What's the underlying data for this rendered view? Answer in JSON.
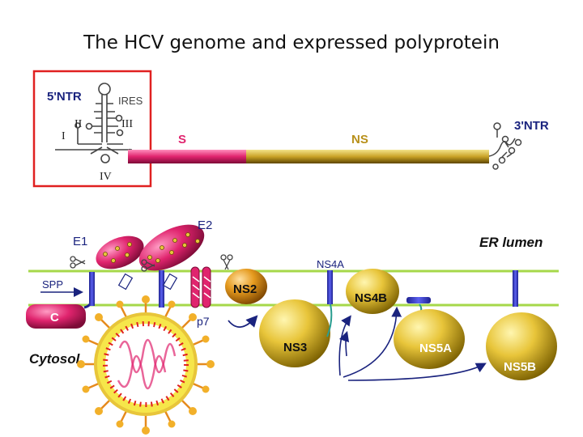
{
  "title": "The HCV genome  and expressed polyprotein",
  "genome": {
    "five_ntr": "5'NTR",
    "ires": "IRES",
    "loop_I": "I",
    "loop_II": "II",
    "loop_III": "III",
    "loop_IV": "IV",
    "segment_S": "S",
    "segment_NS": "NS",
    "three_ntr": "3'NTR"
  },
  "polyprotein": {
    "er_lumen": "ER lumen",
    "cytosol": "Cytosol",
    "spp": "SPP",
    "C": "C",
    "E1": "E1",
    "E2": "E2",
    "p7": "p7",
    "NS2": "NS2",
    "NS3": "NS3",
    "NS4A": "NS4A",
    "NS4B": "NS4B",
    "NS5A": "NS5A",
    "NS5B": "NS5B"
  },
  "colors": {
    "structural": "#e0246e",
    "nonstructural": "#c9a227",
    "membrane": "#a6d84a",
    "transmembrane": "#3a3fd0",
    "highlight_box": "#e02020",
    "genome_label_blue": "#1a237e"
  }
}
